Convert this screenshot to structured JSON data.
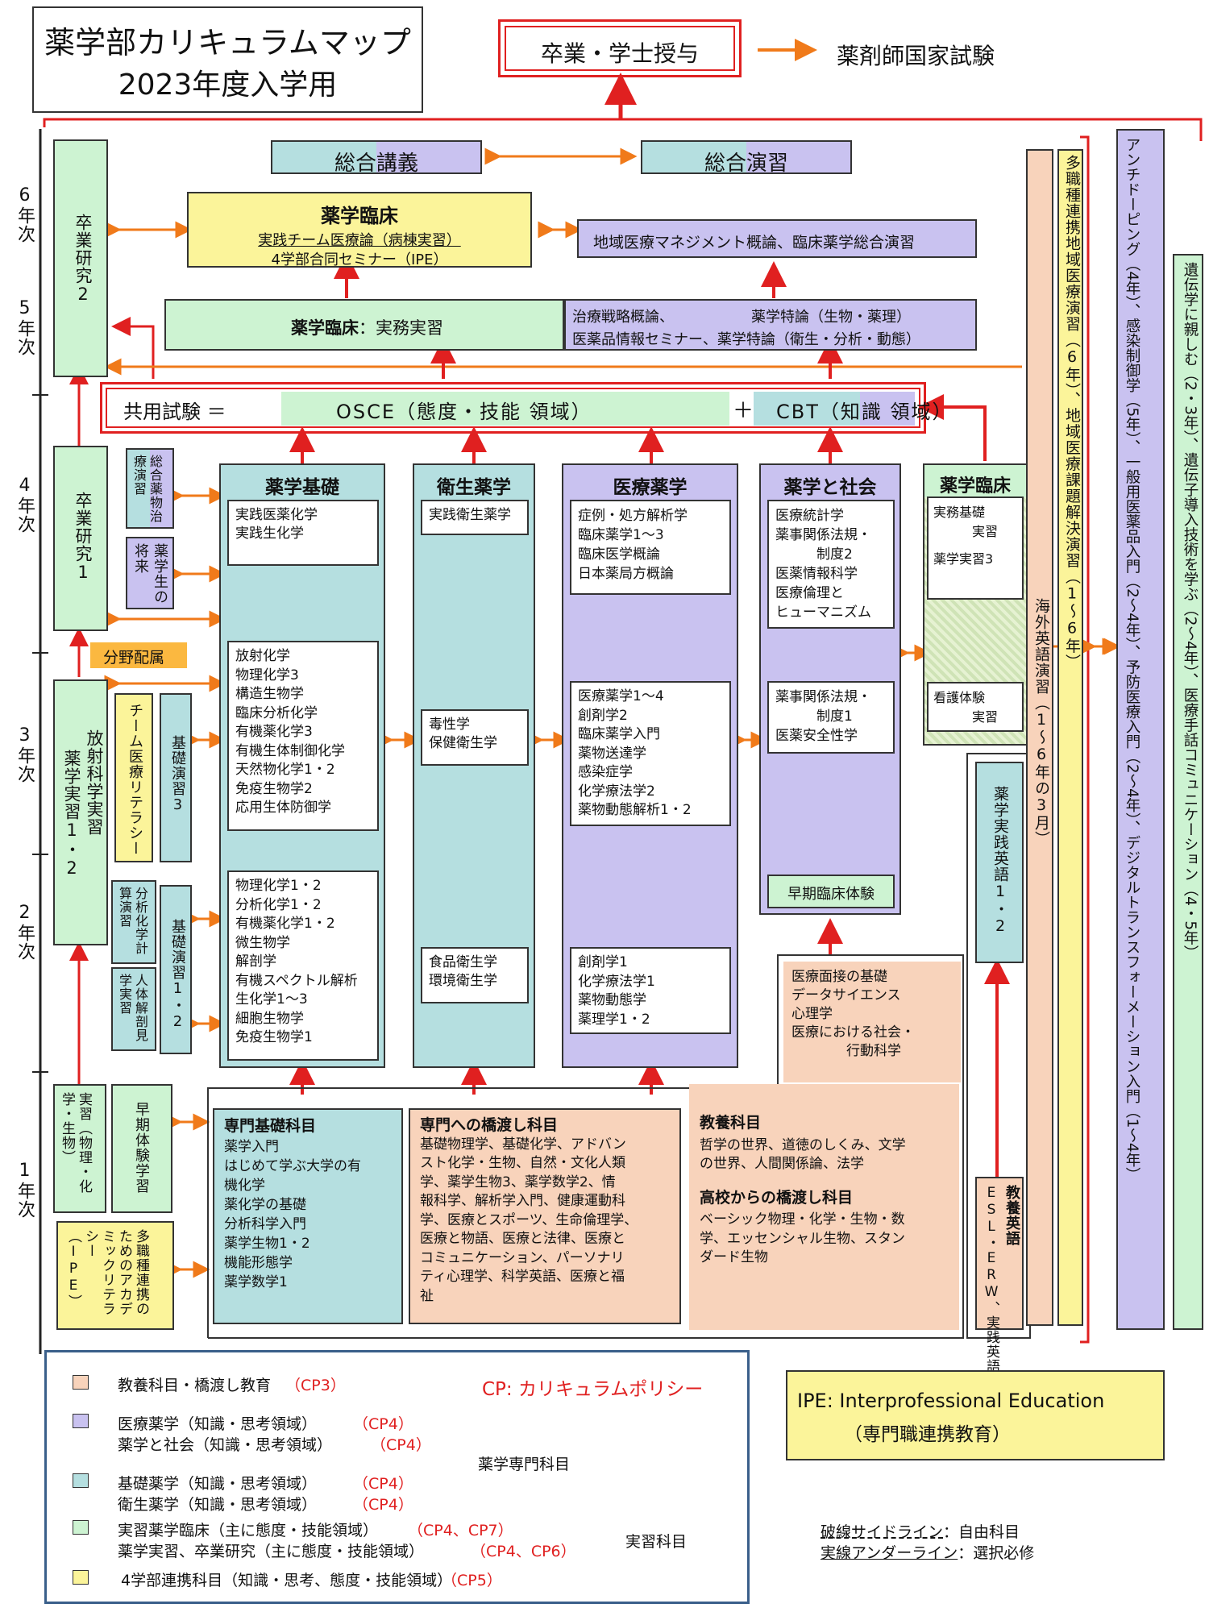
{
  "title": {
    "line1": "薬学部カリキュラムマップ",
    "line2": "2023年度入学用"
  },
  "top": {
    "graduation": "卒業・学士授与",
    "exam": "薬剤師国家試験"
  },
  "years": {
    "y6": "6年次",
    "y5": "5年次",
    "y4": "4年次",
    "y3": "3年次",
    "y2": "2年次",
    "y1": "1年次"
  },
  "left_column": {
    "sotsuken2": "卒業研究2",
    "sotsuken1": "卒業研究1",
    "bunya": "分野配属",
    "jissyu12": "薬学実習1・2",
    "hoshasen": "放射科学実習",
    "jissyu_chem": "実習（物理・化学・生物）",
    "soki": "早期体験学習",
    "ipe_lit": "多職種連携のためのアカデミックリテラシー（IPE）"
  },
  "row6": {
    "sogo_kogi": "総合講義",
    "sogo_enshu": "総合演習",
    "rinsho_title": "薬学臨床",
    "rinsho_l1": "実践チーム医療論（病棟実習）",
    "rinsho_l2": "4学部合同セミナー（IPE）",
    "chiiki": "地域医療マネジメント概論、臨床薬学総合演習"
  },
  "row5": {
    "label_bold": "薬学臨床",
    "label_rest": "：実務実習",
    "line1a": "治療戦略概論、",
    "line1b": "薬学特論（生物・薬理）",
    "line2": "医薬品情報セミナー、薬学特論（衛生・分析・動態）"
  },
  "kyoyo_test": {
    "label": "共用試験 ＝",
    "osce": "OSCE（態度・技能 領域）",
    "plus": "＋",
    "cbt": "CBT（知識 領域）"
  },
  "side_small": {
    "sogo_yakubutsu": "総合薬物治療演習",
    "shorai": "薬学生の将来",
    "team": "チーム医療リテラシー",
    "kiso3": "基礎演習3",
    "bunseki": "分析化学計算演習",
    "kiso12": "基礎演習1・2",
    "jintai": "人体解剖見学実習"
  },
  "columns": {
    "kiso": {
      "title": "薬学基礎",
      "y4": [
        "実践医薬化学",
        "実践生化学"
      ],
      "y3": [
        "放射化学",
        "物理化学3",
        "構造生物学",
        "臨床分析化学",
        "有機薬化学3",
        "有機生体制御化学",
        "天然物化学1・2",
        "免疫生物学2",
        "応用生体防御学"
      ],
      "y2": [
        "物理化学1・2",
        "分析化学1・2",
        "有機薬化学1・2",
        "微生物学",
        "解剖学",
        "有機スペクトル解析",
        "生化学1～3",
        "細胞生物学",
        "免疫生物学1"
      ]
    },
    "eisei": {
      "title": "衛生薬学",
      "y4": [
        "実践衛生薬学"
      ],
      "y3": [
        "毒性学",
        "保健衛生学"
      ],
      "y2": [
        "食品衛生学",
        "環境衛生学"
      ]
    },
    "iryo": {
      "title": "医療薬学",
      "y4": [
        "症例・処方解析学",
        "臨床薬学1～3",
        "臨床医学概論",
        "日本薬局方概論"
      ],
      "y3": [
        "医療薬学1～4",
        "創剤学2",
        "臨床薬学入門",
        "薬物送達学",
        "感染症学",
        "化学療法学2",
        "薬物動態解析1・2"
      ],
      "y2": [
        "創剤学1",
        "化学療法学1",
        "薬物動態学",
        "薬理学1・2"
      ]
    },
    "shakai": {
      "title": "薬学と社会",
      "y4": [
        "医療統計学",
        "薬事関係法規・",
        "　　　制度2",
        "医薬情報科学",
        "医療倫理と",
        "ヒューマニズム"
      ],
      "y3": [
        "薬事関係法規・",
        "　　　制度1",
        "医薬安全性学"
      ],
      "soki": "早期臨床体験"
    },
    "rinsho": {
      "title": "薬学臨床",
      "items": [
        "実務基礎",
        "　　　実習",
        "薬学実習3"
      ],
      "kango": [
        "看護体験",
        "　　　実習"
      ]
    }
  },
  "psych_box": [
    "医療面接の基礎",
    "データサイエンス",
    "心理学",
    "医療における社会・",
    "　　　　行動科学"
  ],
  "year1": {
    "senmon_kiso": {
      "title": "専門基礎科目",
      "items": [
        "薬学入門",
        "はじめて学ぶ大学の有",
        "機化学",
        "薬化学の基礎",
        "分析科学入門",
        "薬学生物1・2",
        "機能形態学",
        "薬学数学1"
      ]
    },
    "hashiwatashi": {
      "title": "専門への橋渡し科目",
      "lines": [
        "基礎物理学、基礎化学、アドバン",
        "スト化学・生物、自然・文化人類",
        "学、薬学生物3、薬学数学2、情",
        "報科学、解析学入門、健康運動科",
        "学、医療とスポーツ、生命倫理学、",
        "医療と物語、医療と法律、医療と",
        "コミュニケーション、パーソナリ",
        "ティ心理学、科学英語、医療と福",
        "祉"
      ]
    },
    "kyoyo": {
      "title": "教養科目",
      "lines": [
        "哲学の世界、道徳のしくみ、文学",
        "の世界、人間関係論、法学"
      ]
    },
    "koko": {
      "title": "高校からの橋渡し科目",
      "lines": [
        "ベーシック物理・化学・生物・数",
        "学、エッセンシャル生物、スタン",
        "ダード生物"
      ]
    }
  },
  "english": {
    "kyoyo_eigo": "教養英語",
    "esl": "ESL・ERW、実践英語",
    "jissen": "薬学実践英語1・2",
    "kaigai": "海外英語演習（1～6年の3月）",
    "tashoku": "多職種連携地域医療演習（6年）、地域医療課題解決演習（1～6年）"
  },
  "right_bars": {
    "bar1": "アンチドーピング（4年）、感染制御学（5年）、一般用医薬品入門（2～4年）、予防医療入門（2～4年）、デジタルトランスフォーメーション入門（1～4年）",
    "bar2": "遺伝学に親しむ（2・3年）、遺伝子導入技術を学ぶ（2～4年）、医療手話コミュニケーション（4・5年）"
  },
  "legend": {
    "items": [
      {
        "color": "#f8d3bb",
        "text": "教養科目・橋渡し教育",
        "cp": "（CP3）"
      },
      {
        "color": "#c9c2f0",
        "text": "医療薬学（知識・思考領域）",
        "cp": "（CP4）"
      },
      {
        "text": "薬学と社会（知識・思考領域）",
        "cp": "（CP4）"
      },
      {
        "color": "#b5dfe0",
        "text": "基礎薬学（知識・思考領域）",
        "cp": "（CP4）"
      },
      {
        "text": "衛生薬学（知識・思考領域）",
        "cp": "（CP4）"
      },
      {
        "color": "#cdf3d2",
        "text": "実習薬学臨床（主に態度・技能領域）",
        "cp": "（CP4、CP7）"
      },
      {
        "text": "薬学実習、卒業研究（主に態度・技能領域）",
        "cp": "（CP4、CP6）"
      },
      {
        "color": "#fbf49a",
        "text": "4学部連携科目（知識・思考、態度・技能領域）",
        "cp": "（CP5）"
      }
    ],
    "cp_title": "CP: カリキュラムポリシー",
    "group1": "薬学専門科目",
    "group2": "実習科目"
  },
  "ipe_note": {
    "line1": "IPE: Interprofessional Education",
    "line2": "（専門職連携教育）"
  },
  "lines_note": {
    "dashed": "破線サイドライン",
    "dashed_desc": "：自由科目",
    "solid": "実線アンダーライン",
    "solid_desc": "：選択必修"
  }
}
